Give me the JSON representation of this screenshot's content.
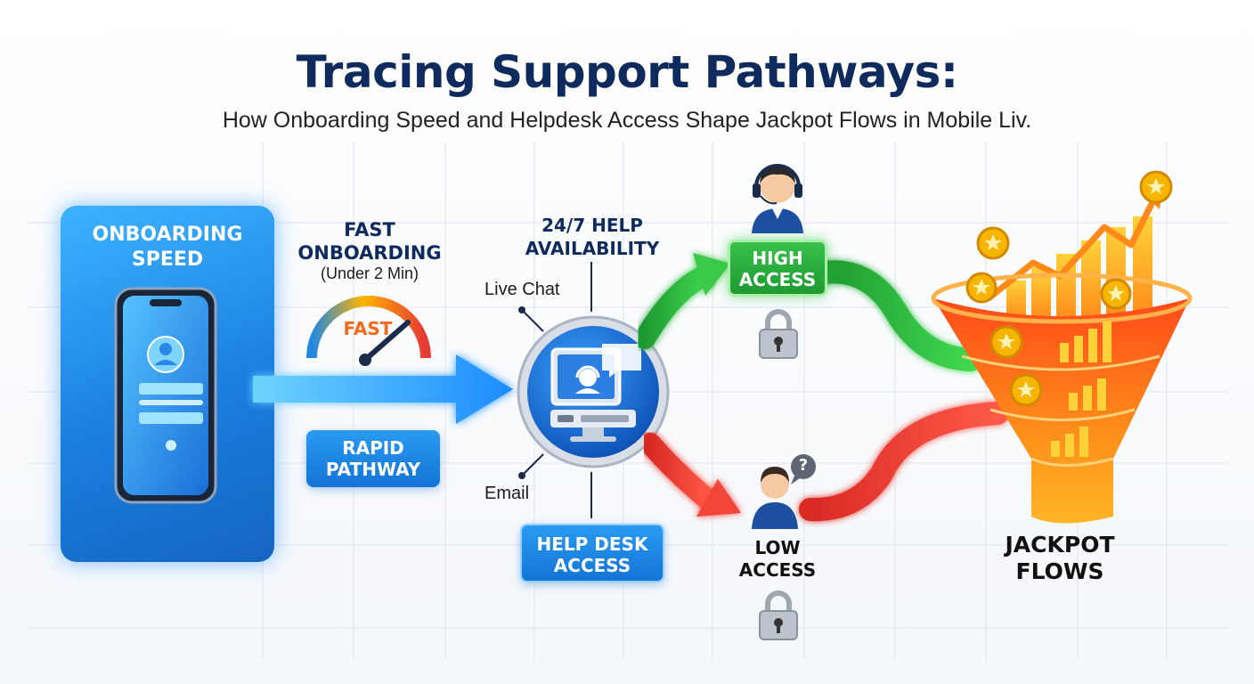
{
  "header": {
    "title": "Tracing Support Pathways:",
    "subtitle": "How Onboarding Speed and Helpdesk Access Shape Jackpot Flows in Mobile Liv."
  },
  "onboarding": {
    "card_title_line1": "ONBOARDING",
    "card_title_line2": "SPEED"
  },
  "fast_onboarding": {
    "title_line1": "FAST",
    "title_line2": "ONBOARDING",
    "note": "(Under 2 Min)",
    "gauge_label": "FAST"
  },
  "rapid_pathway": {
    "line1": "RAPID",
    "line2": "PATHWAY"
  },
  "help": {
    "availability_line1": "24/7 HELP",
    "availability_line2": "AVAILABILITY",
    "live_chat": "Live Chat",
    "email": "Email",
    "desk_line1": "HELP DESK",
    "desk_line2": "ACCESS"
  },
  "access": {
    "high_line1": "HIGH",
    "high_line2": "ACCESS",
    "low_line1": "LOW",
    "low_line2": "ACCESS",
    "question_mark": "?"
  },
  "jackpot": {
    "line1": "JACKPOT",
    "line2": "FLOWS"
  },
  "colors": {
    "title": "#0f2a5c",
    "blue_accent": "#1a7fe0",
    "green_path": "#2db83d",
    "red_path": "#ee3b32",
    "funnel_orange": "#ff7a1a",
    "gold": "#f7b500"
  },
  "icons": [
    "smartphone-icon",
    "speedometer-icon",
    "helpdesk-monitor-icon",
    "headset-agent-icon",
    "lock-icon",
    "confused-user-icon",
    "coin-icon",
    "funnel-icon",
    "bar-chart-icon",
    "trend-arrow-icon"
  ]
}
